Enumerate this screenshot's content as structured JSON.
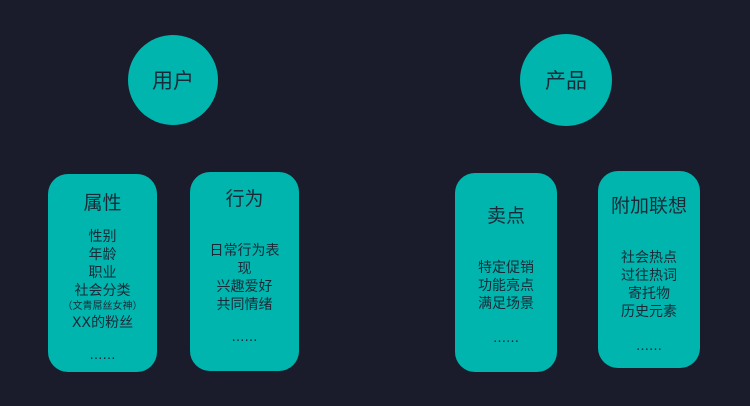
{
  "nodes": {
    "user": {
      "label": "用户"
    },
    "product": {
      "label": "产品"
    }
  },
  "boxes": [
    {
      "title": "属性",
      "items": [
        "性别",
        "年龄",
        "职业",
        "社会分类"
      ],
      "note": "（文青屌丝女神）",
      "extra": "XX的粉丝",
      "more": "……"
    },
    {
      "title": "行为",
      "items": [
        "日常行为表",
        "现",
        "兴趣爱好",
        "共同情绪"
      ],
      "more": "……"
    },
    {
      "title": "卖点",
      "items": [
        "特定促销",
        "功能亮点",
        "满足场景"
      ],
      "more": "……"
    },
    {
      "title": "附加联想",
      "items": [
        "社会热点",
        "过往热词",
        "寄托物",
        "历史元素"
      ],
      "more": "……"
    }
  ],
  "colors": {
    "background": "#1a1c2c",
    "teal": "#00b5ad",
    "text": "#1b2a38"
  }
}
